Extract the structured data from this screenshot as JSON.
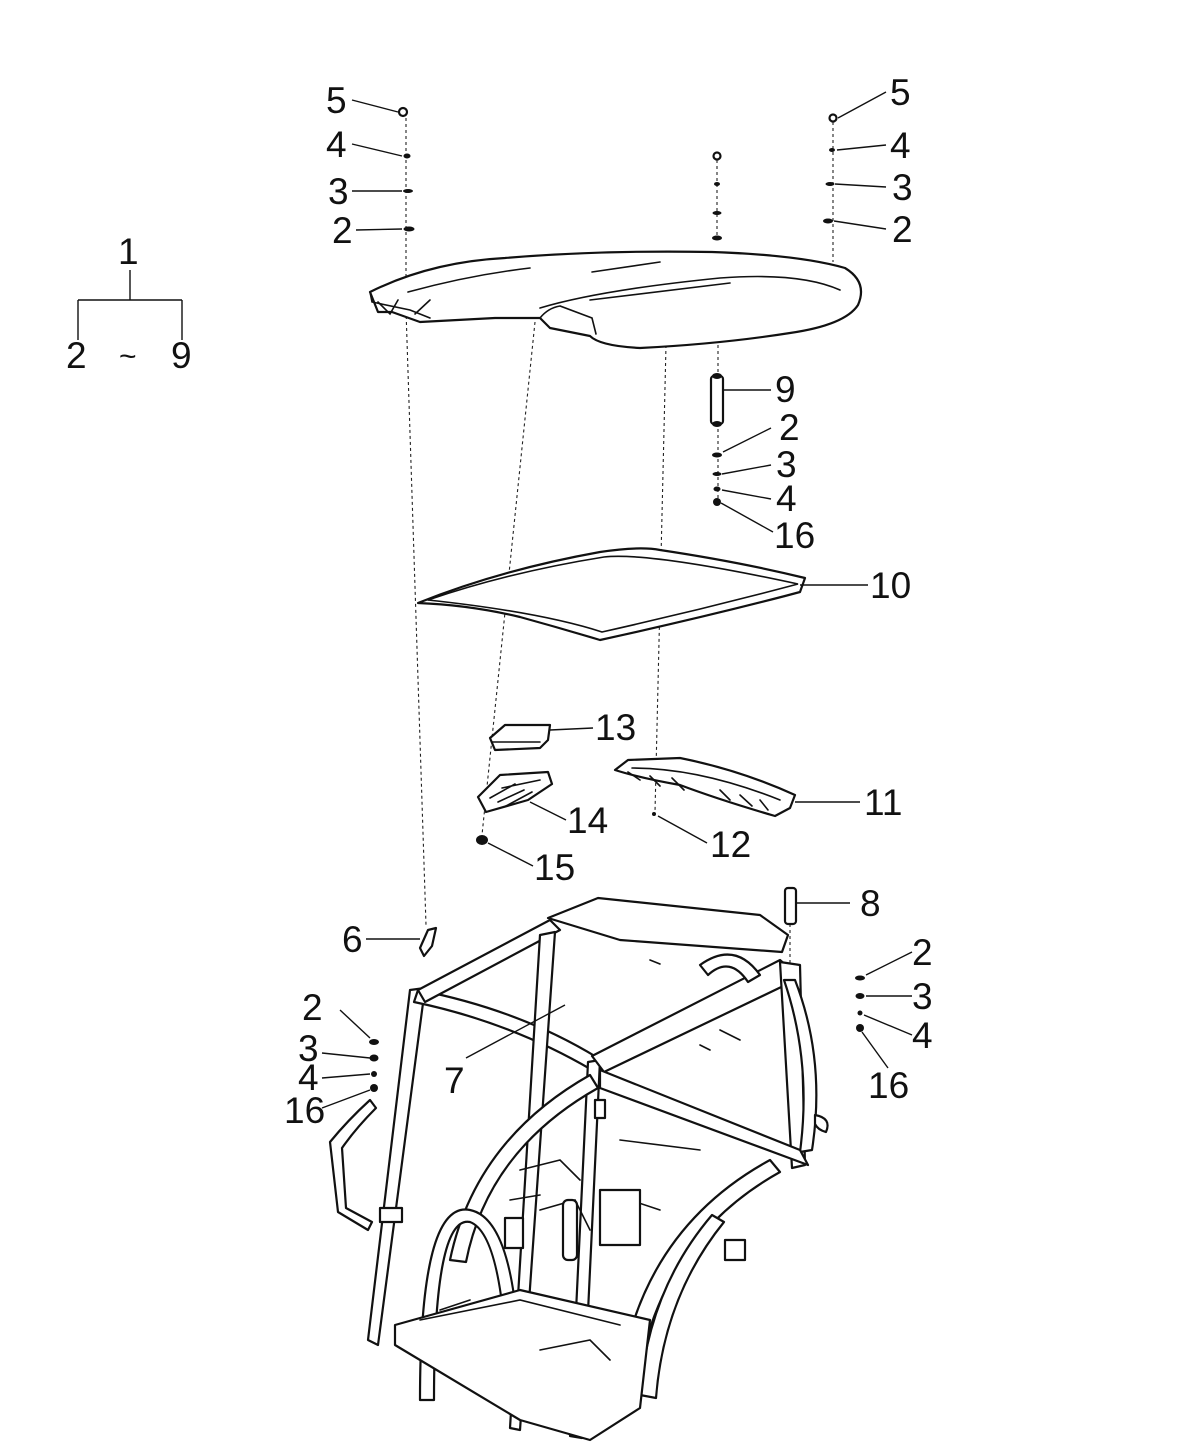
{
  "legend": {
    "assembly": "1",
    "range_start": "2",
    "range_sep": "~",
    "range_end": "9"
  },
  "callouts": [
    {
      "id": "c5-left",
      "text": "5"
    },
    {
      "id": "c4-left",
      "text": "4"
    },
    {
      "id": "c3-left",
      "text": "3"
    },
    {
      "id": "c2-left",
      "text": "2"
    },
    {
      "id": "c5-right",
      "text": "5"
    },
    {
      "id": "c4-right",
      "text": "4"
    },
    {
      "id": "c3-right",
      "text": "3"
    },
    {
      "id": "c2-right",
      "text": "2"
    },
    {
      "id": "c9",
      "text": "9"
    },
    {
      "id": "c2-mid",
      "text": "2"
    },
    {
      "id": "c3-mid",
      "text": "3"
    },
    {
      "id": "c4-mid",
      "text": "4"
    },
    {
      "id": "c16-mid",
      "text": "16"
    },
    {
      "id": "c10",
      "text": "10"
    },
    {
      "id": "c13",
      "text": "13"
    },
    {
      "id": "c11",
      "text": "11"
    },
    {
      "id": "c14",
      "text": "14"
    },
    {
      "id": "c12",
      "text": "12"
    },
    {
      "id": "c15",
      "text": "15"
    },
    {
      "id": "c8",
      "text": "8"
    },
    {
      "id": "c6",
      "text": "6"
    },
    {
      "id": "c2-rlow",
      "text": "2"
    },
    {
      "id": "c3-rlow",
      "text": "3"
    },
    {
      "id": "c4-rlow",
      "text": "4"
    },
    {
      "id": "c16-rlow",
      "text": "16"
    },
    {
      "id": "c2-llow",
      "text": "2"
    },
    {
      "id": "c3-llow",
      "text": "3"
    },
    {
      "id": "c4-llow",
      "text": "4"
    },
    {
      "id": "c16-llow",
      "text": "16"
    },
    {
      "id": "c7",
      "text": "7"
    }
  ]
}
